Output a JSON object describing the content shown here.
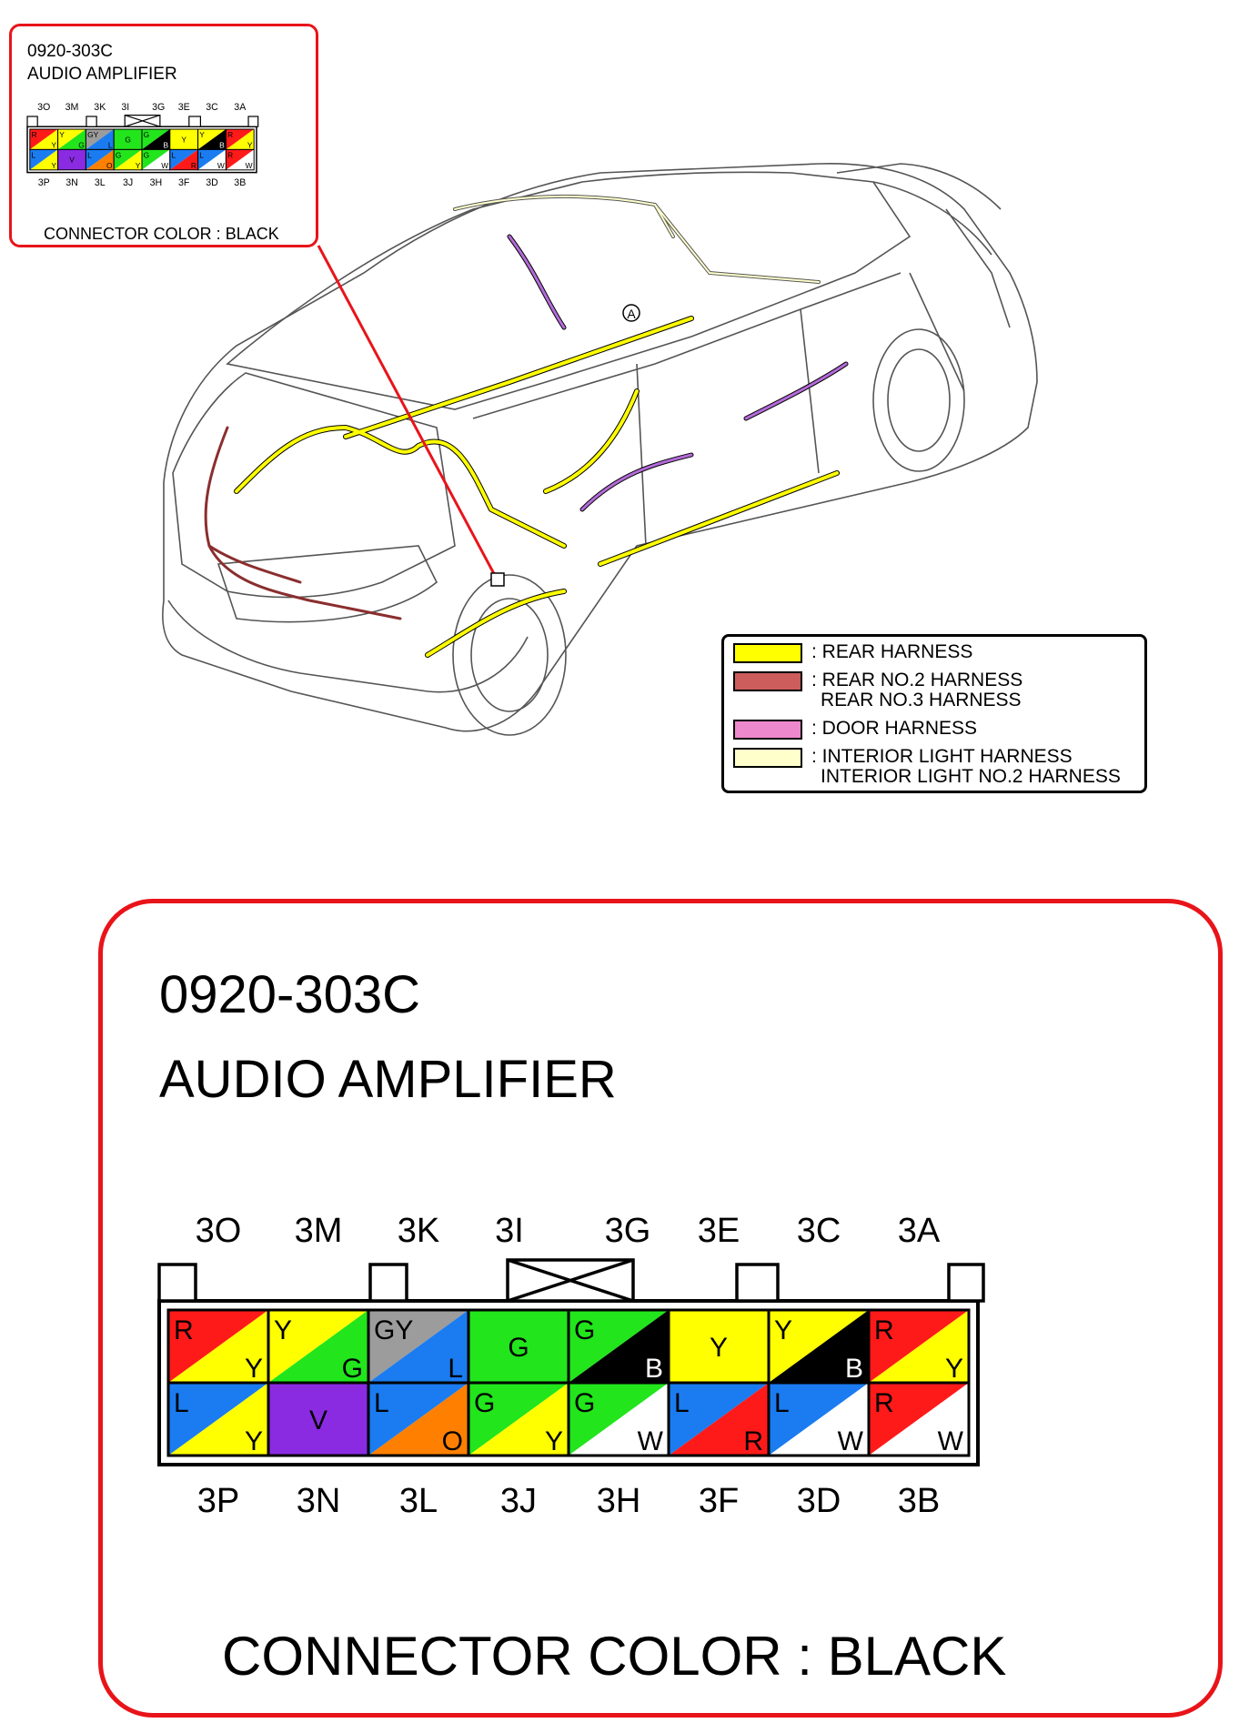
{
  "connector": {
    "part_number": "0920-303C",
    "name": "AUDIO AMPLIFIER",
    "connector_color_label": "CONNECTOR COLOR : BLACK",
    "top_labels": [
      "3O",
      "3M",
      "3K",
      "3I",
      "3G",
      "3E",
      "3C",
      "3A"
    ],
    "bottom_labels": [
      "3P",
      "3N",
      "3L",
      "3J",
      "3H",
      "3F",
      "3D",
      "3B"
    ],
    "top_row": [
      {
        "split": true,
        "c1": "R",
        "c2": "Y"
      },
      {
        "split": true,
        "c1": "Y",
        "c2": "G"
      },
      {
        "split": true,
        "c1": "GY",
        "c2": "L"
      },
      {
        "split": false,
        "c1": "G"
      },
      {
        "split": true,
        "c1": "G",
        "c2": "B"
      },
      {
        "split": false,
        "c1": "Y"
      },
      {
        "split": true,
        "c1": "Y",
        "c2": "B"
      },
      {
        "split": true,
        "c1": "R",
        "c2": "Y"
      }
    ],
    "bottom_row": [
      {
        "split": true,
        "c1": "L",
        "c2": "Y"
      },
      {
        "split": false,
        "c1": "V"
      },
      {
        "split": true,
        "c1": "L",
        "c2": "O"
      },
      {
        "split": true,
        "c1": "G",
        "c2": "Y"
      },
      {
        "split": true,
        "c1": "G",
        "c2": "W"
      },
      {
        "split": true,
        "c1": "L",
        "c2": "R"
      },
      {
        "split": true,
        "c1": "L",
        "c2": "W"
      },
      {
        "split": true,
        "c1": "R",
        "c2": "W"
      }
    ]
  },
  "wire_colors": {
    "R": "#ff1a1a",
    "Y": "#ffff00",
    "G": "#22e51c",
    "GY": "#9c9c9c",
    "L": "#1a7cf0",
    "B": "#000000",
    "V": "#8a2be2",
    "O": "#ff8000",
    "W": "#ffffff"
  },
  "text_on_color": {
    "R": "#000000",
    "Y": "#000000",
    "G": "#000000",
    "GY": "#000000",
    "L": "#000000",
    "B": "#ffffff",
    "V": "#000000",
    "O": "#000000",
    "W": "#000000"
  },
  "legend": [
    {
      "color": "#ffff00",
      "lines": [
        ": REAR HARNESS"
      ]
    },
    {
      "color": "#cd5c5c",
      "lines": [
        ": REAR NO.2 HARNESS",
        "REAR NO.3 HARNESS"
      ]
    },
    {
      "color": "#ee88cc",
      "lines": [
        ": DOOR HARNESS"
      ]
    },
    {
      "color": "#ffffcc",
      "lines": [
        ": INTERIOR LIGHT HARNESS",
        "INTERIOR LIGHT NO.2 HARNESS"
      ]
    }
  ],
  "location_marker": "A",
  "accent_color": "#e8141a"
}
